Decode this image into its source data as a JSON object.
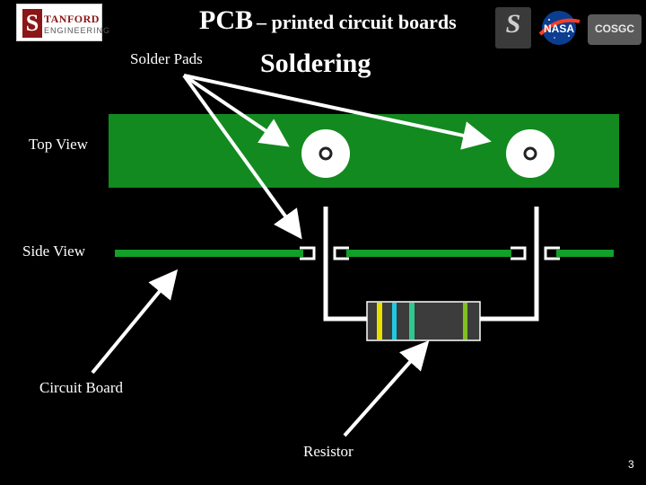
{
  "header": {
    "title": "PCB",
    "subtitle": "– printed circuit boards",
    "logo_stanford_line1": "TANFORD",
    "logo_stanford_line2": "ENGINEERING",
    "logo_stanford_initial": "S",
    "logo_nasa": "NASA",
    "logo_cosgc": "COSGC"
  },
  "heading": "Soldering",
  "labels": {
    "solder_pads": "Solder Pads",
    "top_view": "Top View",
    "side_view": "Side View",
    "circuit_board": "Circuit Board",
    "resistor": "Resistor"
  },
  "page_number": "3",
  "colors": {
    "board_green": "#128a1f",
    "board_line_green": "#12a028",
    "pad_white": "#ffffff",
    "resistor_body": "#3c3c3c",
    "band_yellow": "#e8e000",
    "band_cyan": "#20c8e0",
    "band_teal": "#30c890",
    "band_green": "#80c020",
    "arrow_white": "#ffffff"
  }
}
